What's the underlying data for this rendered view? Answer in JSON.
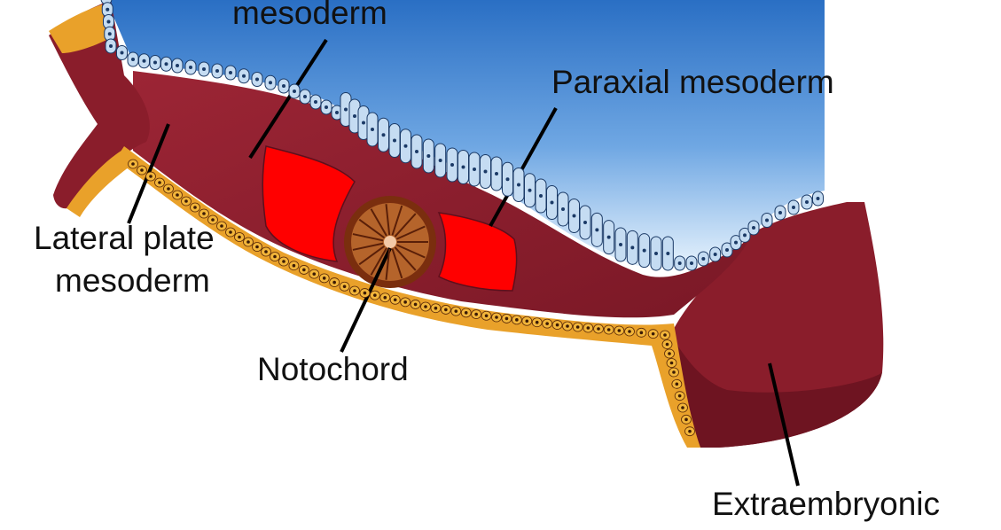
{
  "labels": {
    "mesoderm_top": "mesoderm",
    "paraxial": "Paraxial mesoderm",
    "lateral_line1": "Lateral plate",
    "lateral_line2": "mesoderm",
    "notochord": "Notochord",
    "extraembryonic": "Extraembryonic"
  },
  "colors": {
    "ectoderm_dark": "#1e5fb5",
    "ectoderm_light": "#cfe6fb",
    "cell_fill": "#c5dcf2",
    "mesoderm_tissue": "#8c1f2e",
    "mesoderm_dark": "#5e0f1c",
    "somite_red": "#ff0000",
    "endoderm_orange": "#e9a12a",
    "notochord_brown": "#8a3b12"
  }
}
